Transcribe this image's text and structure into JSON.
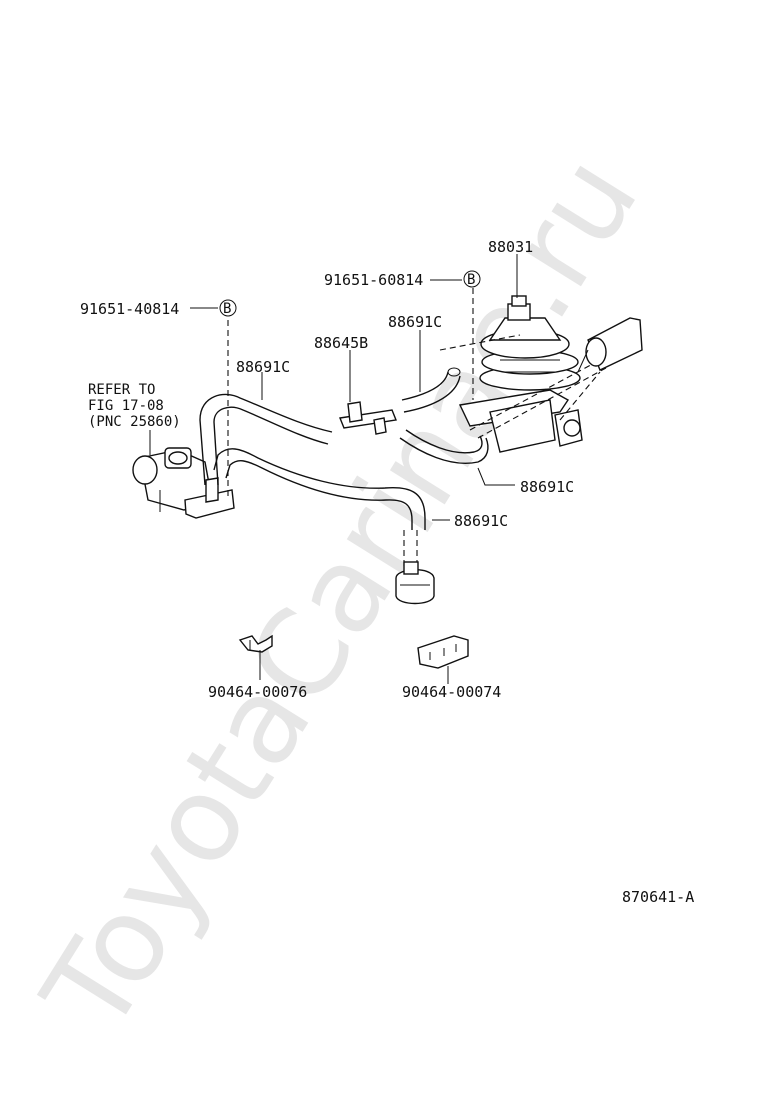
{
  "watermark": "ToyotaCarinae.ru",
  "callouts": {
    "p88031": "88031",
    "p91651_60814": "91651-60814",
    "p91651_40814": "91651-40814",
    "p88691c_a": "88691C",
    "p88645b": "88645B",
    "p88691c_b": "88691C",
    "p88691c_c": "88691C",
    "p88691c_d": "88691C",
    "p90464_00076": "90464-00076",
    "p90464_00074": "90464-00074"
  },
  "reference_note": {
    "line1": "REFER TO",
    "line2": "FIG 17-08",
    "line3": "(PNC 25860)"
  },
  "connector_marker_b": "B",
  "figure_id": "870641-A"
}
